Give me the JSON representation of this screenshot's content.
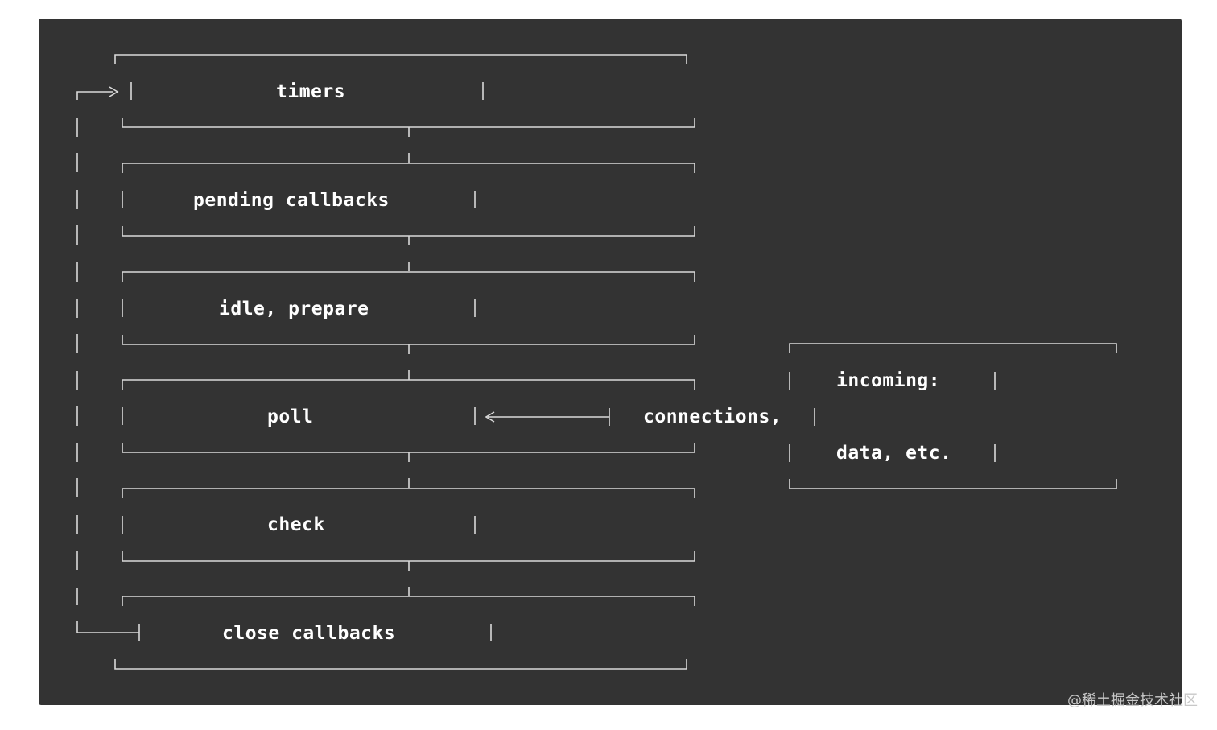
{
  "diagram": {
    "phases": [
      {
        "id": "timers",
        "label": "timers"
      },
      {
        "id": "pending",
        "label": "pending callbacks"
      },
      {
        "id": "idle",
        "label": "idle, prepare"
      },
      {
        "id": "poll",
        "label": "poll"
      },
      {
        "id": "check",
        "label": "check"
      },
      {
        "id": "close",
        "label": "close callbacks"
      }
    ],
    "incoming": {
      "line1": "incoming:",
      "line2": "connections,",
      "line3": "data, etc."
    }
  },
  "watermark": "@稀土掘金技术社区",
  "colors": {
    "panel_background": "#333333",
    "line": "#d9d9d9",
    "text": "#ffffff"
  }
}
